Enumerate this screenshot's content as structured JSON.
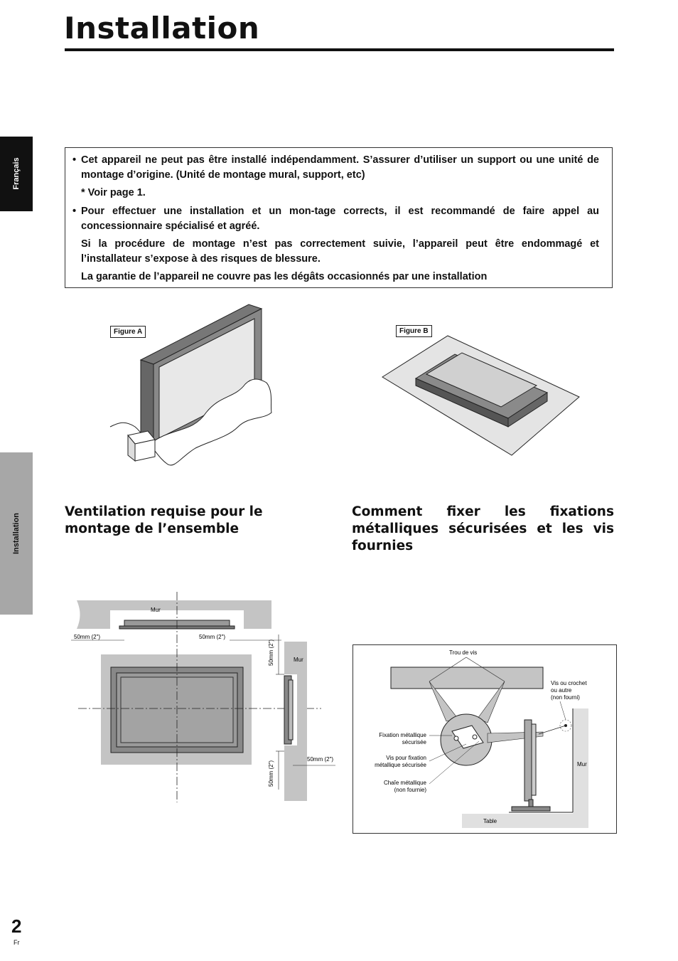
{
  "page": {
    "title": "Installation",
    "page_number": "2",
    "page_lang": "Fr"
  },
  "side_tabs": {
    "language": "Français",
    "section": "Installation"
  },
  "notice": {
    "bullet": "•",
    "p1": "Cet appareil ne peut pas être installé indépendamment. S’assurer d’utiliser un support ou une unité de montage d’origine. (Unité de montage mural, support, etc)",
    "p2": "* Voir page 1.",
    "p3": "Pour effectuer une installation et un mon-tage corrects, il est recommandé de faire appel au concessionnaire spécialisé et agréé.",
    "p4": "Si la procédure de montage n’est pas correctement suivie, l’appareil peut être endommagé et l’installateur s’expose à des risques de blessure.",
    "p5": "La garantie de l’appareil ne couvre pas les dégâts occasionnés par une installation"
  },
  "figures": {
    "a_label": "Figure A",
    "b_label": "Figure B"
  },
  "sections": {
    "ventilation_heading": "Ventilation requise pour le montage de l’ensemble",
    "fixation_heading": "Comment fixer les fixations métalliques sécurisées et les vis fournies"
  },
  "ventilation_diagram": {
    "wall_top": "Mur",
    "wall_side": "Mur",
    "clearance_left": "50mm (2\")",
    "clearance_right": "50mm (2\")",
    "clearance_top": "50mm (2\")",
    "clearance_bottom": "50mm (2\")",
    "clearance_side": "50mm (2\")"
  },
  "fixation_diagram": {
    "screw_hole": "Trou de vis",
    "screw_or_hook_1": "Vis ou crochet",
    "screw_or_hook_2": "ou autre",
    "screw_or_hook_3": "(non fourni)",
    "bracket_1": "Fixation métallique",
    "bracket_2": "sécurisée",
    "bracket_screw_1": "Vis pour fixation",
    "bracket_screw_2": "métallique sécurisée",
    "chain_1": "Chaîe métallique",
    "chain_2": "(non fournie)",
    "wall": "Mur",
    "table": "Table"
  }
}
